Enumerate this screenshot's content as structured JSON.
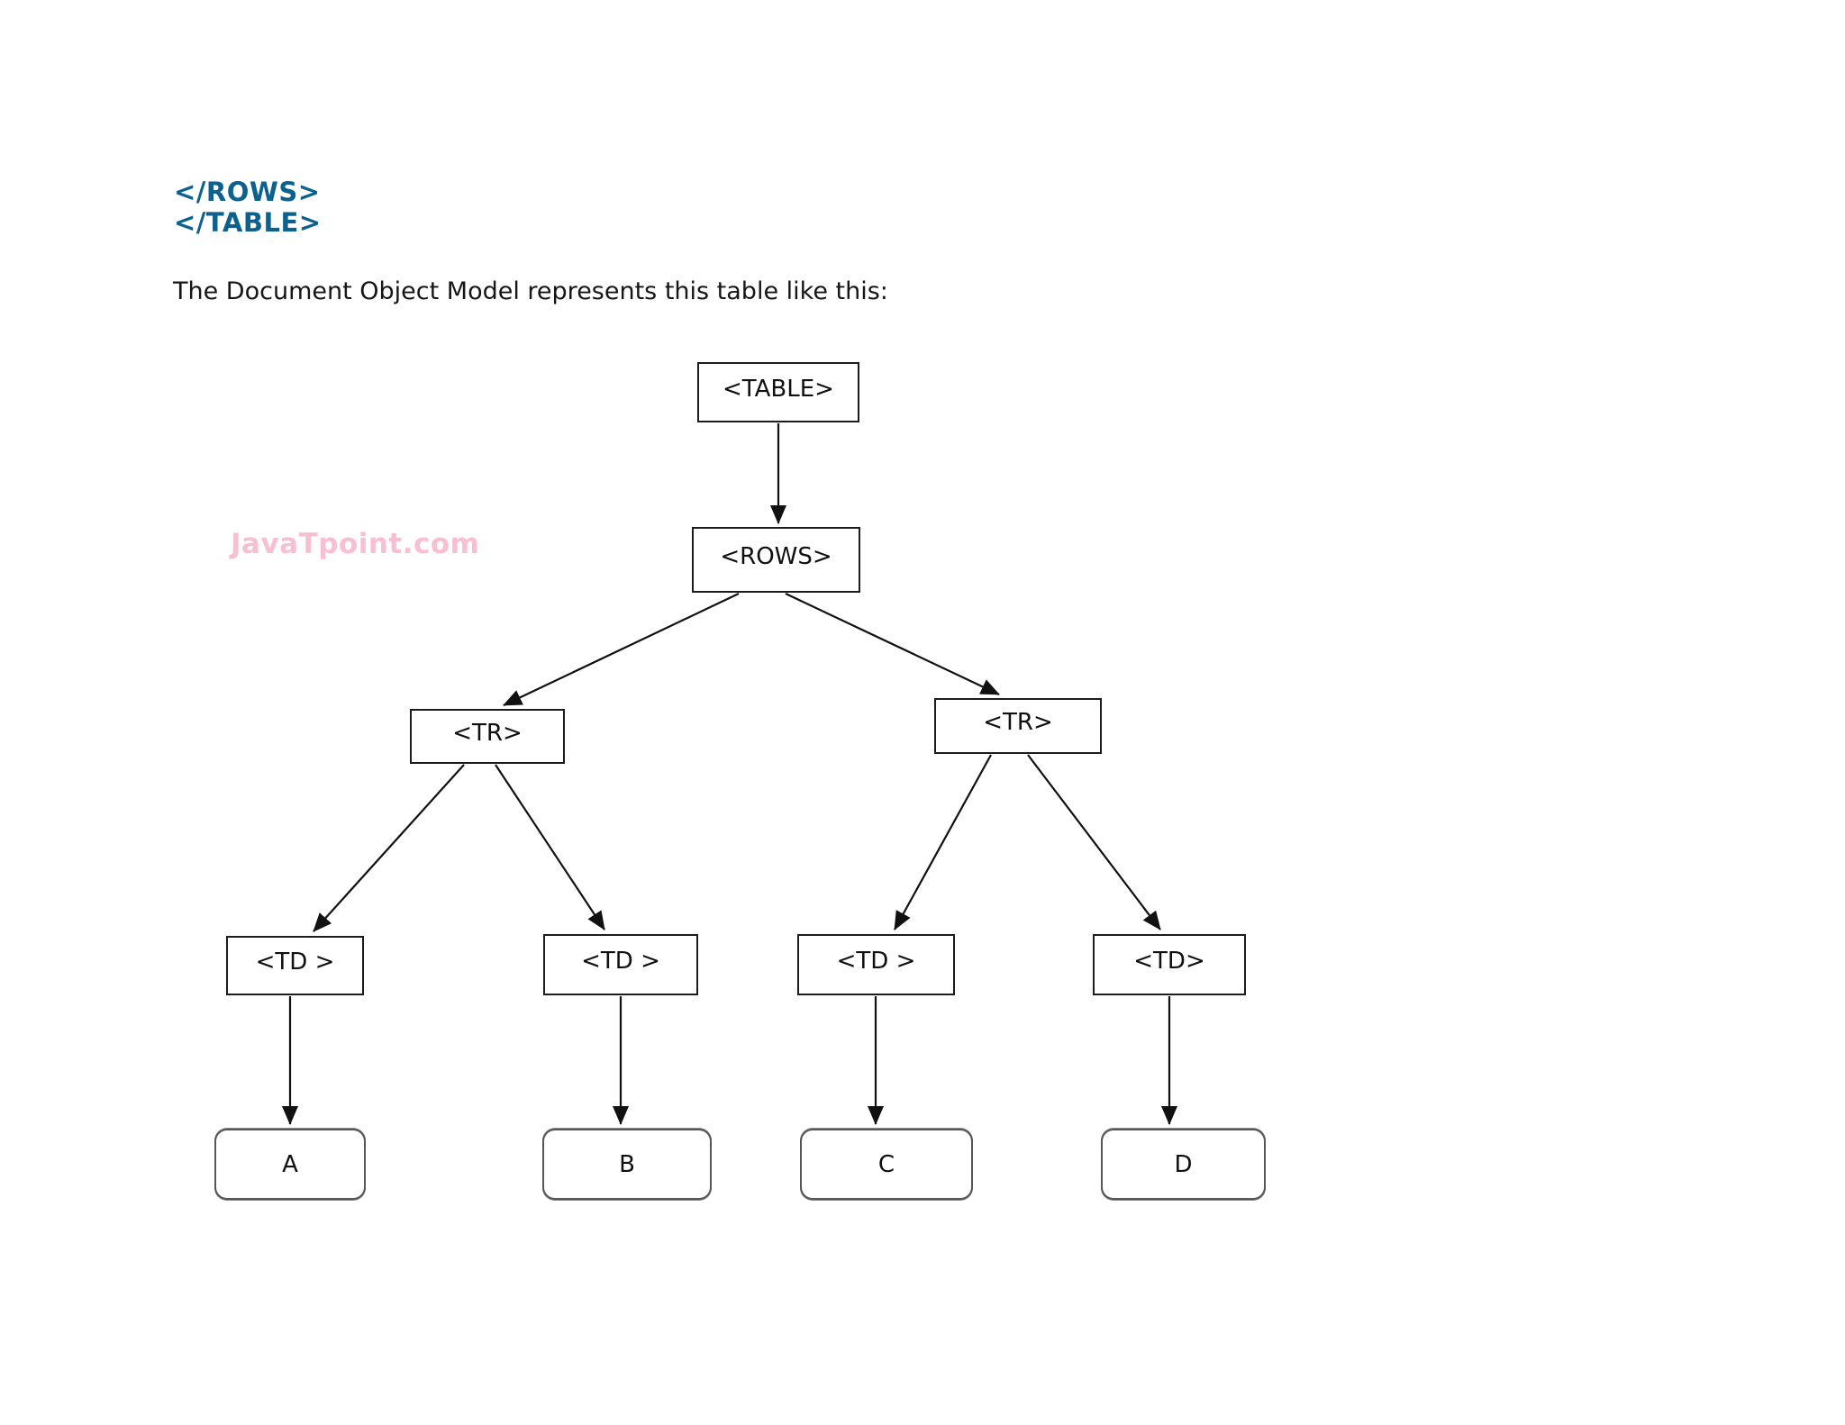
{
  "page": {
    "background": "#ffffff",
    "code_block": {
      "color": "#0d618e",
      "lines": [
        "</ROWS>",
        "</TABLE>"
      ]
    },
    "intro_text": "The Document Object Model represents this table like this:",
    "watermark": {
      "text": "JavaTpoint.com",
      "color": "#f8bed2"
    }
  },
  "diagram": {
    "type": "tree",
    "line_color": "#111111",
    "box_border_color": "#1c1c1c",
    "leaf_border_color": "#565656",
    "nodes": {
      "table": {
        "label": "<TABLE>"
      },
      "rows": {
        "label": "<ROWS>"
      },
      "tr_left": {
        "label": "<TR>"
      },
      "tr_right": {
        "label": "<TR>"
      },
      "td_1": {
        "label": "<TD >"
      },
      "td_2": {
        "label": "<TD >"
      },
      "td_3": {
        "label": "<TD >"
      },
      "td_4": {
        "label": "<TD>"
      },
      "leaf_a": {
        "label": "A"
      },
      "leaf_b": {
        "label": "B"
      },
      "leaf_c": {
        "label": "C"
      },
      "leaf_d": {
        "label": "D"
      }
    },
    "edges": [
      {
        "from": "table",
        "to": "rows"
      },
      {
        "from": "rows",
        "to": "tr_left"
      },
      {
        "from": "rows",
        "to": "tr_right"
      },
      {
        "from": "tr_left",
        "to": "td_1"
      },
      {
        "from": "tr_left",
        "to": "td_2"
      },
      {
        "from": "tr_right",
        "to": "td_3"
      },
      {
        "from": "tr_right",
        "to": "td_4"
      },
      {
        "from": "td_1",
        "to": "leaf_a"
      },
      {
        "from": "td_2",
        "to": "leaf_b"
      },
      {
        "from": "td_3",
        "to": "leaf_c"
      },
      {
        "from": "td_4",
        "to": "leaf_d"
      }
    ]
  }
}
